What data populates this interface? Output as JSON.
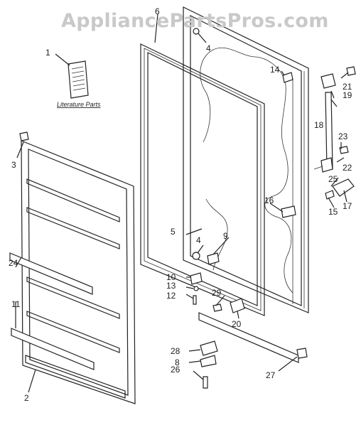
{
  "watermark": "AppliancePartsPros.com",
  "literature_label": "Literature Parts",
  "callouts": {
    "c1": "1",
    "c2": "2",
    "c3": "3",
    "c4a": "4",
    "c4b": "4",
    "c5": "5",
    "c6": "6",
    "c8": "8",
    "c9": "9",
    "c10": "10",
    "c11": "11",
    "c12": "12",
    "c13": "13",
    "c14": "14",
    "c15": "15",
    "c16": "16",
    "c17": "17",
    "c18": "18",
    "c19": "19",
    "c20": "20",
    "c21": "21",
    "c22": "22",
    "c23": "23",
    "c24": "24",
    "c25": "25",
    "c26": "26",
    "c27": "27",
    "c28": "28",
    "c29": "29"
  }
}
